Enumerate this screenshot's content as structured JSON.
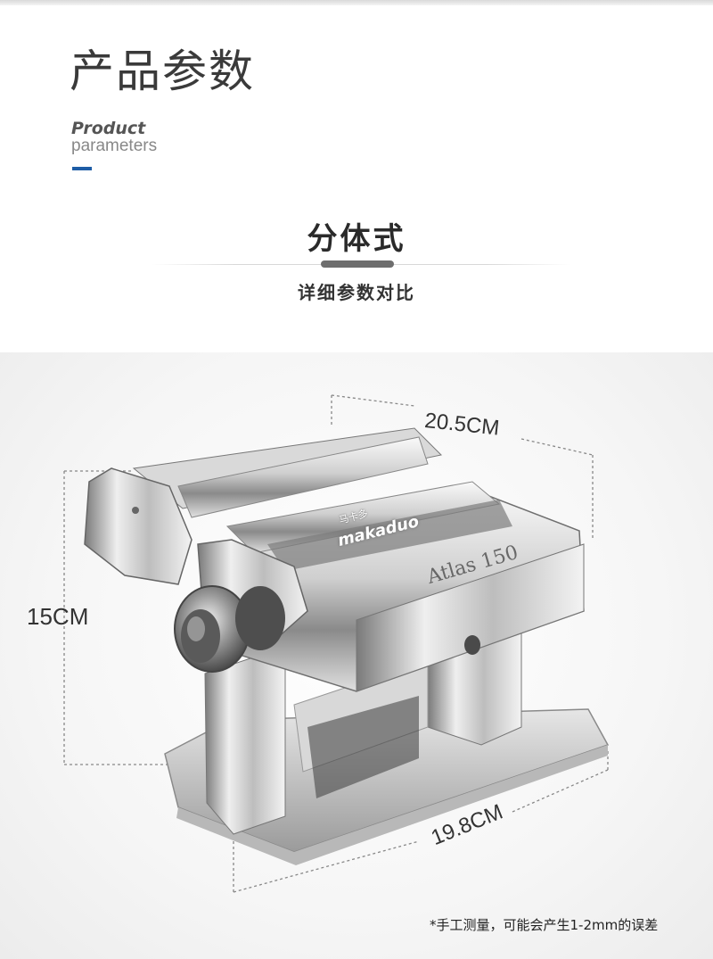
{
  "header": {
    "cn_title": "产品参数",
    "en_line1": "Product",
    "en_line2": "parameters"
  },
  "section": {
    "title": "分体式",
    "caption": "详细参数对比"
  },
  "dimensions": {
    "height": "15CM",
    "width": "20.5CM",
    "depth": "19.8CM"
  },
  "product": {
    "model_label": "Atlas 150",
    "watermark_cn": "马卡多",
    "watermark_en": "makaduo"
  },
  "note": "*手工测量，可能会产生1-2mm的误差",
  "colors": {
    "accent": "#1e5da6",
    "steel_light": "#e8e8e8",
    "steel_dark": "#6a6a6a"
  }
}
